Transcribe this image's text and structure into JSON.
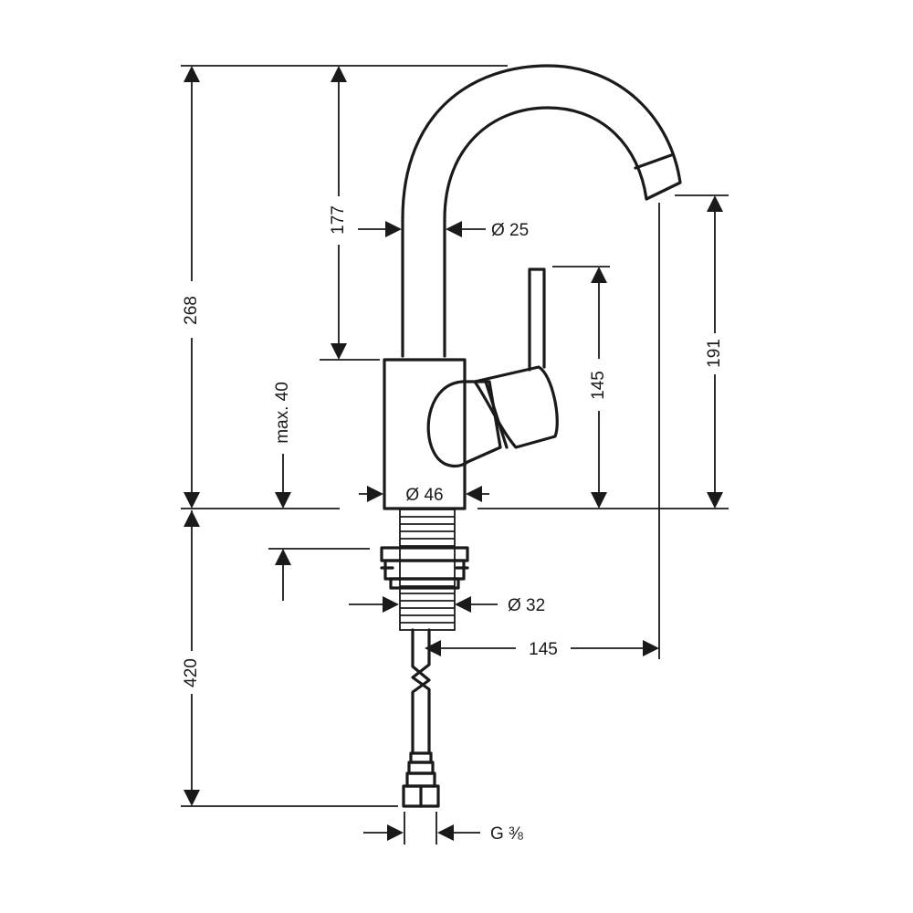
{
  "dimensions": {
    "total_height": "268",
    "spout_height": "177",
    "spout_diameter": "Ø 25",
    "lever_height": "145",
    "outlet_height": "191",
    "max_thickness": "max. 40",
    "body_diameter": "Ø 46",
    "thread_diameter": "Ø 32",
    "projection": "145",
    "hose_length": "420",
    "connection": "G ⅜"
  }
}
